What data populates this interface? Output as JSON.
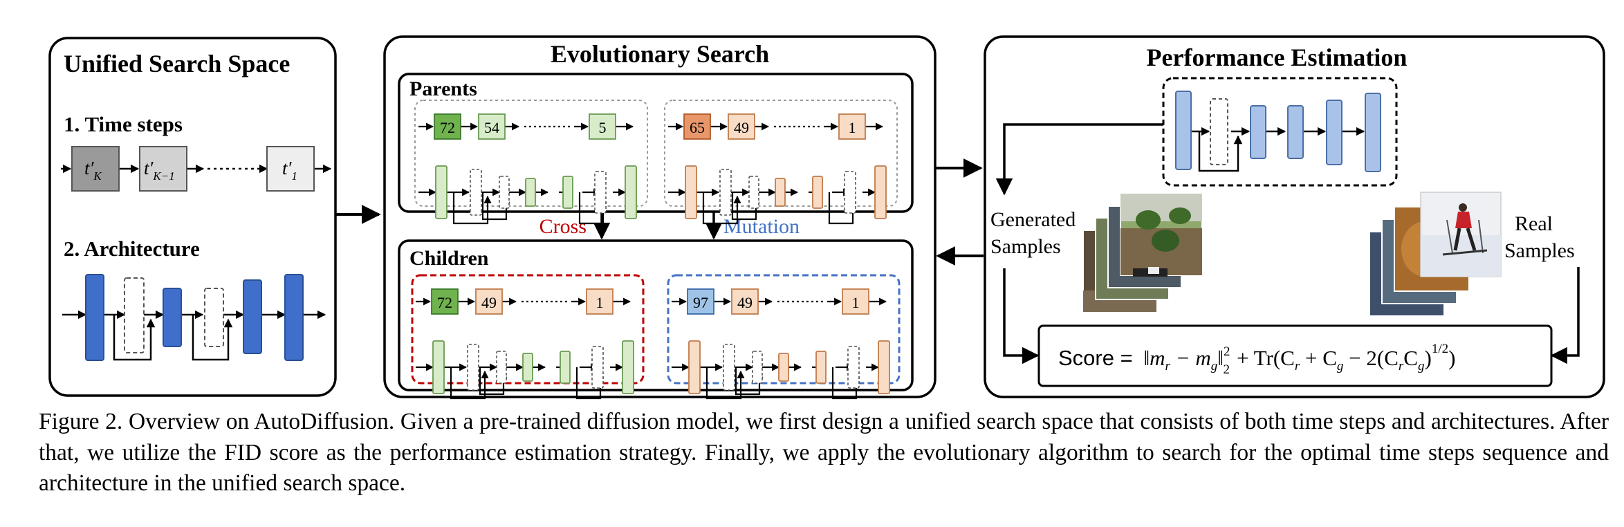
{
  "unified": {
    "title": "Unified Search Space",
    "time_heading": "1. Time steps",
    "time_labels": [
      "t′",
      "K",
      "t′",
      "K−1",
      "t′",
      "1"
    ],
    "arch_heading": "2. Architecture"
  },
  "evolution": {
    "title": "Evolutionary Search",
    "parents_label": "Parents",
    "children_label": "Children",
    "cross_label": "Cross",
    "mutation_label": "Mutation",
    "parent_a": [
      "72",
      "54",
      "5"
    ],
    "parent_b": [
      "65",
      "49",
      "1"
    ],
    "child_a": [
      "72",
      "49",
      "1"
    ],
    "child_b": [
      "97",
      "49",
      "1"
    ]
  },
  "performance": {
    "title": "Performance Estimation",
    "generated_label": [
      "Generated",
      "Samples"
    ],
    "real_label": [
      "Real",
      "Samples"
    ],
    "score": {
      "lhs": "Score =",
      "norm": "‖m",
      "sub_r": "r",
      "minus": " − m",
      "sub_g": "g",
      "norm_end": "‖",
      "sup2": "2",
      "sub2": "2",
      "tr": "+ Tr(C",
      "plus_c": " + C",
      "minus2": " − 2(C",
      "c_g": "C",
      "close": ")",
      "half": "1/2",
      "close2": ")"
    }
  },
  "colors": {
    "arch_blue": "#3f6fca",
    "green": "#6fb24e",
    "light_green": "#d8ecca",
    "orange": "#e8976a",
    "light_orange": "#f8dcc6",
    "mut_blue": "#9ec3e6",
    "cross_red": "#c00000",
    "mutation_blue": "#4472c4",
    "perf_blue": "#a9c3e8"
  },
  "caption": "Figure 2. Overview on AutoDiffusion.  Given a pre-trained diffusion model, we first design a unified search space that consists of both time steps and architectures. After that, we utilize the FID score as the performance estimation strategy. Finally, we apply the evolutionary algorithm to search for the optimal time steps sequence and architecture in the unified search space."
}
